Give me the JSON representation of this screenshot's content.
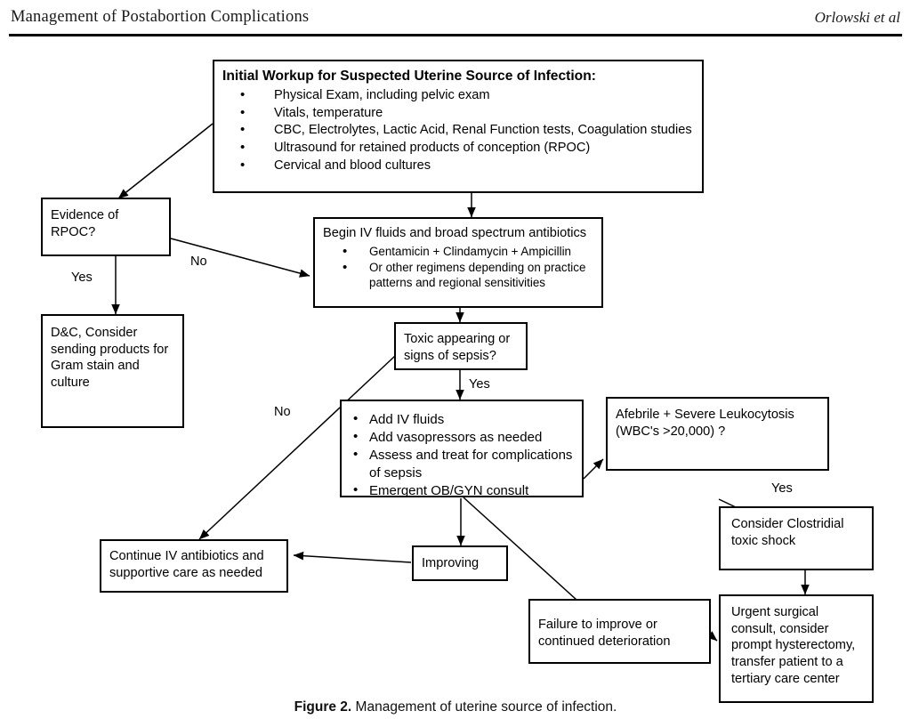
{
  "running_head": {
    "left": "Management of Postabortion Complications",
    "right": "Orlowski et al"
  },
  "caption": {
    "label": "Figure 2.",
    "text": "Management of uterine source of infection."
  },
  "flowchart": {
    "nodes": {
      "initial_workup": {
        "title": "Initial Workup for Suspected Uterine Source of Infection:",
        "bullets": [
          "Physical Exam, including pelvic exam",
          "Vitals, temperature",
          "CBC, Electrolytes, Lactic Acid, Renal Function tests, Coagulation studies",
          "Ultrasound for retained products of conception (RPOC)",
          "Cervical and blood cultures"
        ]
      },
      "evidence_rpoc": {
        "text": "Evidence of RPOC?"
      },
      "dc_consider": {
        "text": "D&C, Consider sending products for Gram stain and culture"
      },
      "begin_iv": {
        "text": "Begin IV fluids and broad spectrum antibiotics",
        "bullets": [
          "Gentamicin + Clindamycin + Ampicillin",
          "Or other regimens depending on practice patterns and regional sensitivities"
        ]
      },
      "toxic_sepsis": {
        "text": "Toxic appearing or signs of sepsis?"
      },
      "sepsis_actions": {
        "bullets": [
          "Add IV fluids",
          "Add vasopressors as needed",
          "Assess and treat for complications of sepsis",
          "Emergent OB/GYN consult"
        ]
      },
      "afebrile_leuko": {
        "text": "Afebrile + Severe Leukocytosis (WBC's >20,000) ?"
      },
      "clostridial": {
        "text": "Consider Clostridial toxic shock"
      },
      "urgent_surgical": {
        "text": "Urgent surgical consult, consider prompt hysterectomy, transfer patient to a tertiary care center"
      },
      "continue_abx": {
        "text": "Continue IV antibiotics and supportive care as needed"
      },
      "improving": {
        "text": "Improving"
      },
      "failure": {
        "text": "Failure to improve or continued deterioration"
      }
    },
    "edge_labels": {
      "rpoc_yes": "Yes",
      "rpoc_no": "No",
      "sepsis_yes": "Yes",
      "sepsis_no": "No",
      "leuko_yes": "Yes"
    }
  }
}
